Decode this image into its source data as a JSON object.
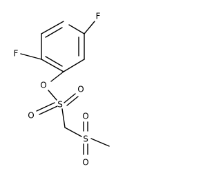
{
  "diagram": {
    "atoms": {
      "f_para": "F",
      "f_ortho": "F",
      "o_ester": "O",
      "s_sulfonate": "S",
      "o_s1_left": "O",
      "o_s1_right": "O",
      "s_methylsulfonyl": "S",
      "o_s2_top": "O",
      "o_s2_bottom": "O"
    },
    "colors": {
      "bond": "#000000",
      "label": "#000000",
      "background": "#ffffff"
    }
  }
}
